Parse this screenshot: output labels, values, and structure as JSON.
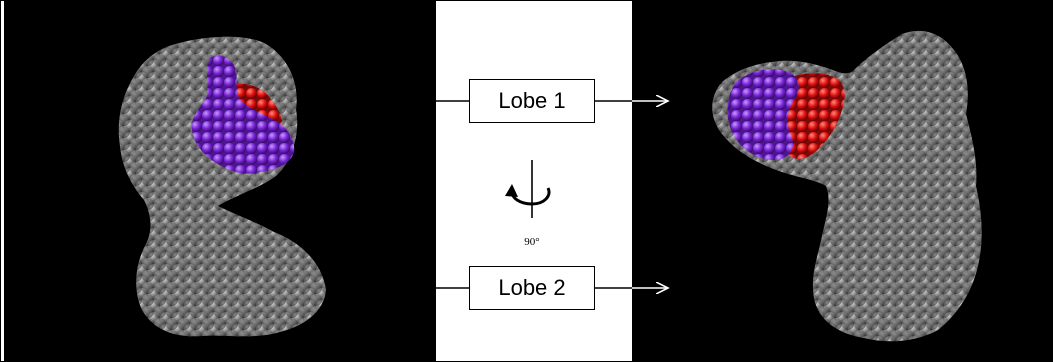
{
  "figure": {
    "lobe1_label": "Lobe 1",
    "lobe2_label": "Lobe 2",
    "rotation_label": "90°"
  },
  "colors": {
    "background_panel": "#000000",
    "protein": "#7a7a7a",
    "region_purple": "#8a2be2",
    "region_red": "#e01010",
    "arrow": "#ffffff"
  },
  "icons": {
    "rotation": "rotation-arrow-icon"
  }
}
